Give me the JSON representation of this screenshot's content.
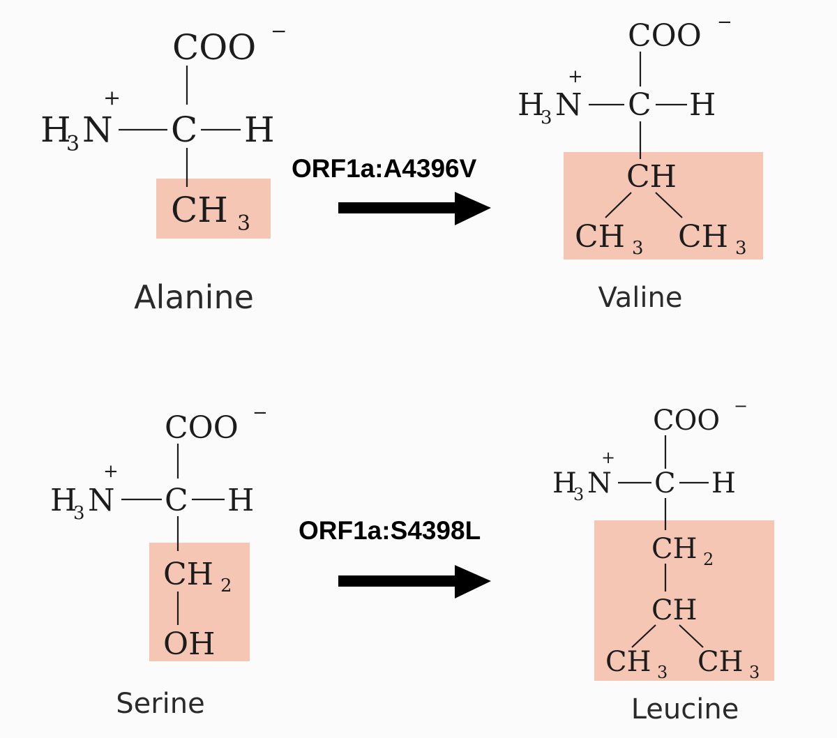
{
  "colors": {
    "highlight": "#f6c6b4",
    "background": "#fbfbfb",
    "ink": "#1c1c1c",
    "arrow": "#000000"
  },
  "labels": {
    "coo": "COO",
    "charge_minus": "−",
    "charge_plus": "+",
    "h3n_h": "H",
    "h3n_sub": "3",
    "h3n_n": "N",
    "c": "C",
    "h": "H",
    "ch": "CH",
    "ch2_sub": "2",
    "ch3_sub": "3",
    "oh": "OH",
    "bond_dash": "—"
  },
  "reactions": [
    {
      "mutation": "ORF1a:A4396V",
      "from": {
        "name": "Alanine"
      },
      "to": {
        "name": "Valine"
      }
    },
    {
      "mutation": "ORF1a:S4398L",
      "from": {
        "name": "Serine"
      },
      "to": {
        "name": "Leucine"
      }
    }
  ]
}
